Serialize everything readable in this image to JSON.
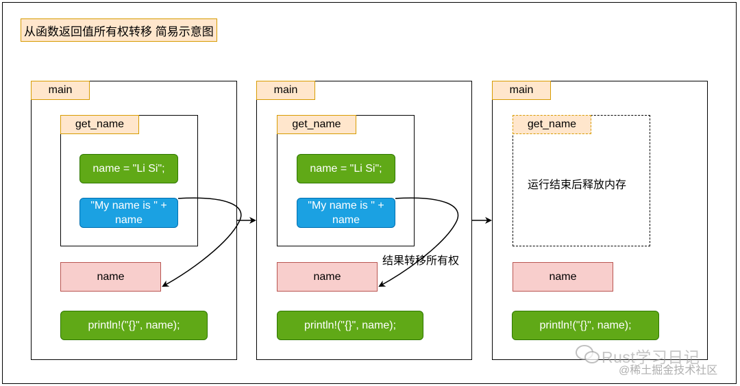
{
  "title": "从函数返回值所有权转移 简易示意图",
  "panels": [
    {
      "main_label": "main",
      "fn_label": "get_name",
      "assign": "name = \"Li Si\";",
      "expr": "\"My name is \" +\nname",
      "result": "name",
      "print": "println!(\"{}\", name);"
    },
    {
      "main_label": "main",
      "fn_label": "get_name",
      "assign": "name = \"Li Si\";",
      "expr": "\"My name is \" +\nname",
      "result": "name",
      "print": "println!(\"{}\", name);"
    },
    {
      "main_label": "main",
      "fn_label": "get_name",
      "released_note": "运行结束后释放内存",
      "result": "name",
      "print": "println!(\"{}\", name);"
    }
  ],
  "transfer_note": "结果转移所有权",
  "watermark": {
    "channel": "Rust学习日记",
    "site": "@稀土掘金技术社区"
  },
  "colors": {
    "label_fill": "#ffe6cc",
    "label_border": "#d79b00",
    "statement_fill": "#60a917",
    "expression_fill": "#1ba1e2",
    "variable_fill": "#f8cecc",
    "variable_border": "#b85450"
  }
}
